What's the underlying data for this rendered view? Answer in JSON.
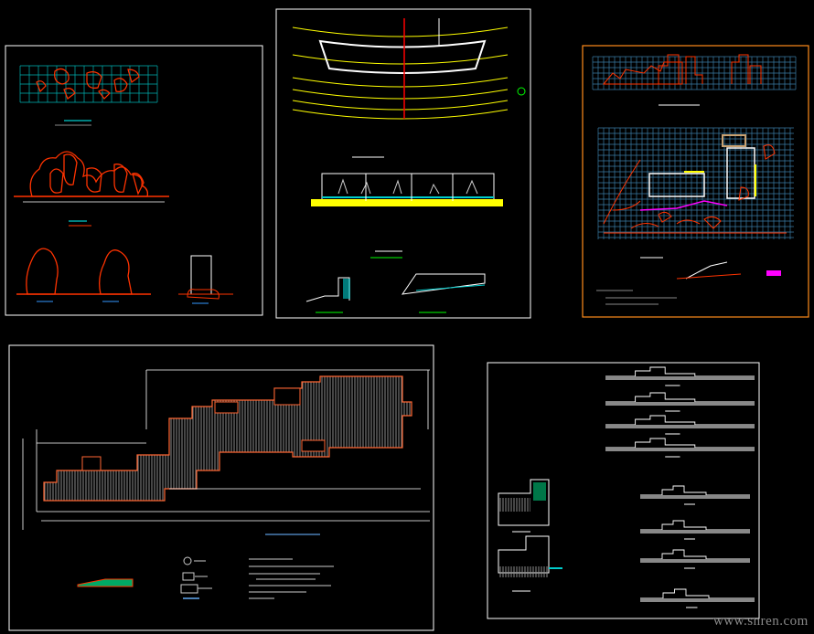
{
  "watermark": "www.snren.com",
  "colors": {
    "background": "#000000",
    "frame": "#ffffff",
    "frame_accent": "#ff8c1a",
    "rock": "#ff3300",
    "grid": "#3a7ca5",
    "highlight": "#ffff00",
    "paving": "#8c8c8c",
    "water": "#00cccc",
    "plant": "#00ff00",
    "path": "#ff00ff"
  },
  "sheets": [
    {
      "id": "rockery-details"
    },
    {
      "id": "pool-plan-section"
    },
    {
      "id": "garden-plan-elevation"
    },
    {
      "id": "paving-plan"
    },
    {
      "id": "site-sections"
    }
  ]
}
